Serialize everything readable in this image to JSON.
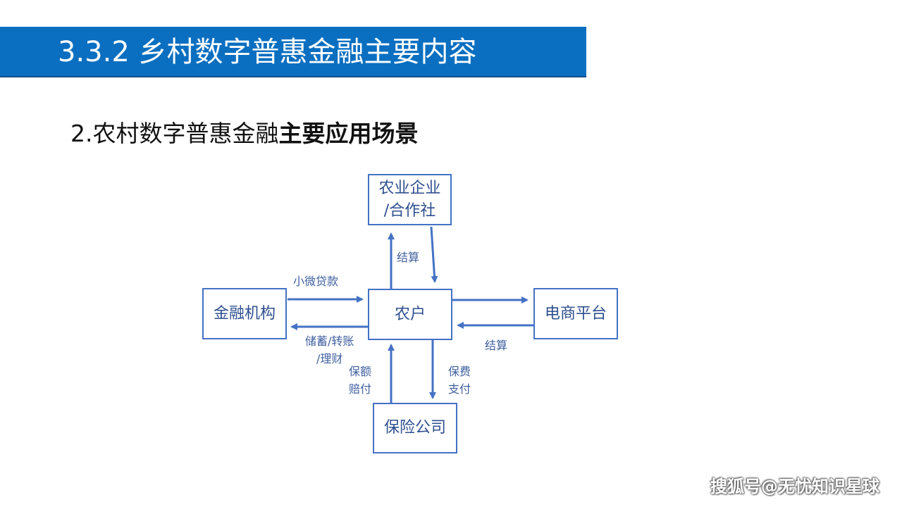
{
  "header": {
    "title": "3.3.2 乡村数字普惠金融主要内容",
    "accent_color": "#0a6fc1"
  },
  "subtitle": {
    "regular": "2.农村数字普惠金融",
    "bold": "主要应用场景"
  },
  "diagram": {
    "nodes": {
      "enterprise": {
        "line1": "农业企业",
        "line2": "/合作社"
      },
      "farmer": "农户",
      "finance": "金融机构",
      "ecommerce": "电商平台",
      "insurance": "保险公司"
    },
    "edge_labels": {
      "settlement_top": "结算",
      "microloan": "小微贷款",
      "savings_line1": "储蓄/转账",
      "savings_line2": "/理财",
      "settlement_right": "结算",
      "premium_line1": "保费",
      "premium_line2": "支付",
      "claim_line1": "保额",
      "claim_line2": "赔付"
    },
    "stroke_color": "#4472c4",
    "text_color": "#2e4f8f"
  },
  "watermark": "搜狐号@无忧知识星球"
}
